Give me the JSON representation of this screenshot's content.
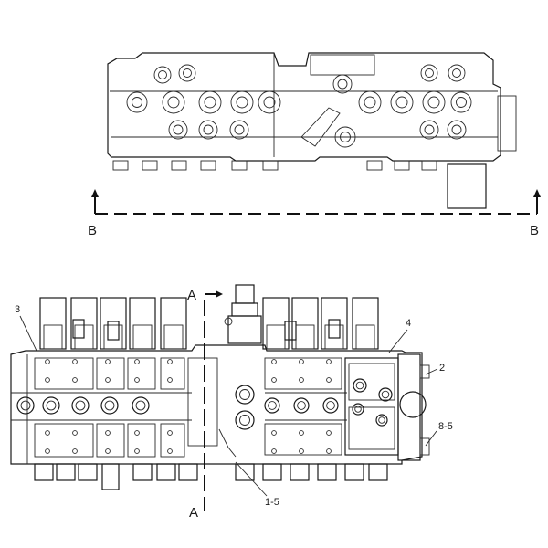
{
  "labels": {
    "view_b_left": "B",
    "view_b_right": "B",
    "section_a_top": "A",
    "section_a_bottom": "A",
    "callout_3": "3",
    "callout_4": "4",
    "callout_2": "2",
    "callout_8_5": "8-5",
    "callout_1_5": "1-5"
  }
}
